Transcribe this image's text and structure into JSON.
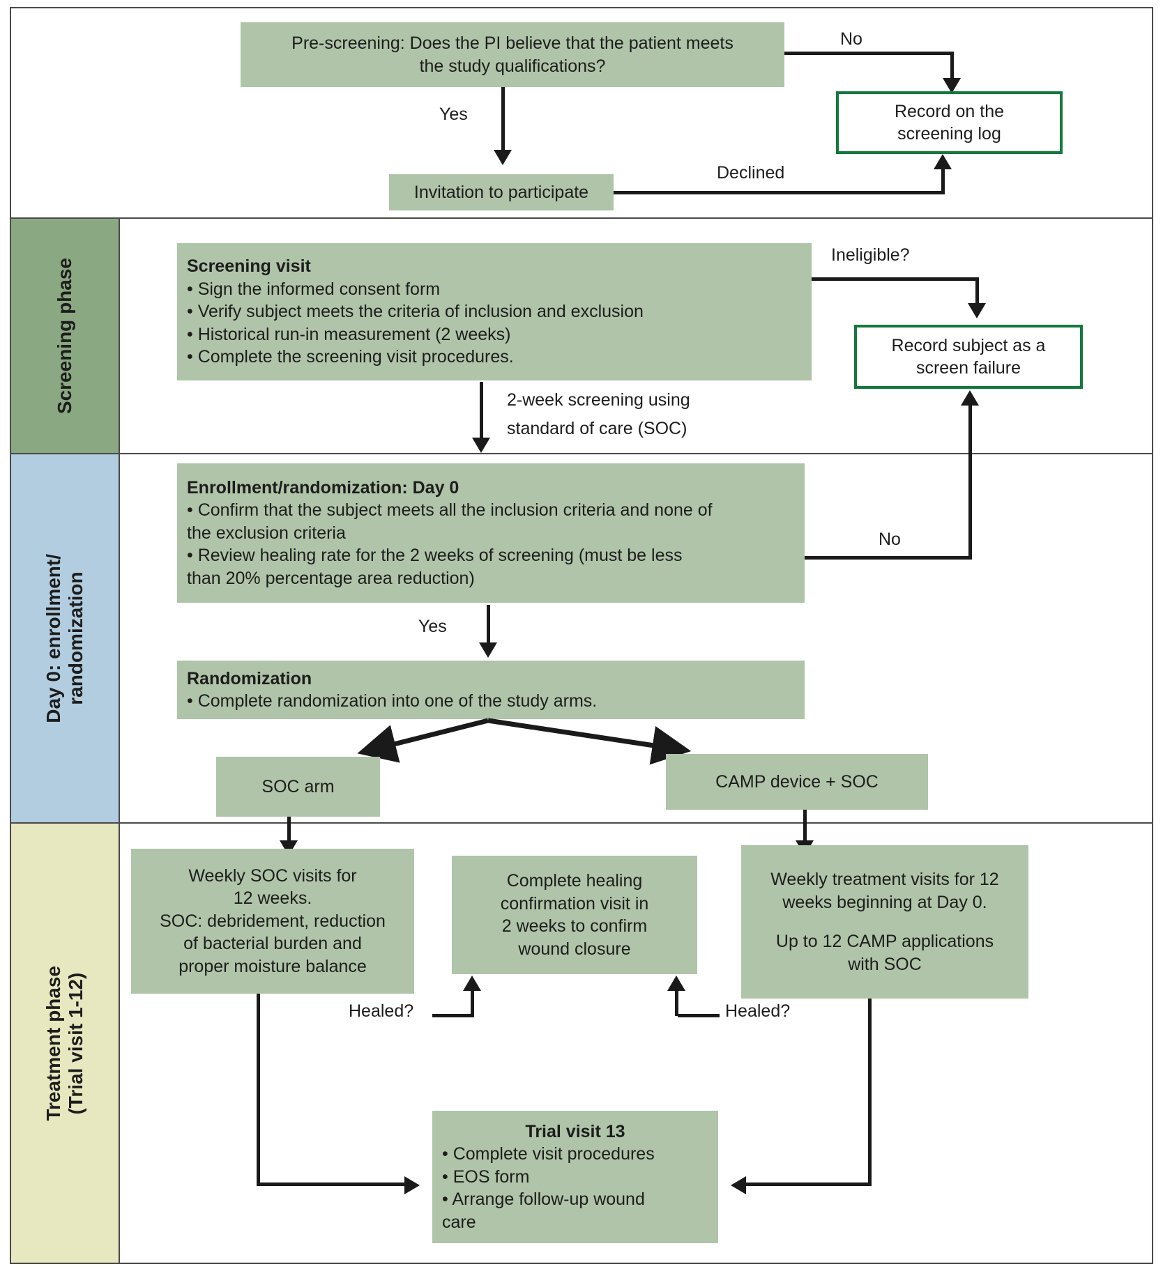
{
  "colors": {
    "box_fill": "#afc4a8",
    "outline_box_border": "#14793c",
    "screening_band": "#8aa881",
    "enrollment_band": "#b2cde0",
    "treatment_band": "#e8e8c0",
    "line": "#1a1a1a",
    "frame": "#4a4a4a"
  },
  "phases": [
    {
      "label": "Screening phase"
    },
    {
      "label": "Day 0: enrollment/\nrandomization"
    },
    {
      "label": "Treatment phase\n(Trial visit 1-12)"
    }
  ],
  "phase_labels": {
    "screening": "Screening phase",
    "enrollment_line1": "Day 0: enrollment/",
    "enrollment_line2": "randomization",
    "treatment_line1": "Treatment phase",
    "treatment_line2": "(Trial visit 1-12)"
  },
  "nodes": {
    "prescreening": {
      "line1": "Pre-screening: Does the PI believe that the patient meets",
      "line2": "the study qualifications?"
    },
    "invitation": {
      "text": "Invitation to participate"
    },
    "screening_log": {
      "line1": "Record on the",
      "line2": "screening log"
    },
    "screening_visit": {
      "title": "Screening visit",
      "bullets": [
        "• Sign the informed consent form",
        "• Verify subject meets the criteria of inclusion and exclusion",
        "• Historical run-in measurement (2 weeks)",
        "• Complete the screening visit procedures."
      ]
    },
    "screen_failure": {
      "line1": "Record subject as a",
      "line2": "screen failure"
    },
    "enrollment": {
      "title": "Enrollment/randomization: Day 0",
      "bullets": [
        "• Confirm that the subject meets all the inclusion criteria and none of the exclusion criteria",
        "• Review healing rate for the 2 weeks of screening (must be less than 20% percentage area reduction)"
      ],
      "bullet_lines": [
        "• Confirm that the subject meets all the inclusion criteria and none of",
        "the exclusion criteria",
        "• Review healing rate for the 2 weeks of screening (must be less",
        "than 20% percentage area reduction)"
      ]
    },
    "randomization": {
      "title": "Randomization",
      "bullets": [
        "• Complete randomization into one of the study arms."
      ]
    },
    "soc_arm": {
      "text": "SOC arm"
    },
    "camp_arm": {
      "text": "CAMP device + SOC"
    },
    "soc_visits": {
      "lines": [
        "Weekly SOC visits for",
        "12 weeks.",
        "SOC: debridement, reduction",
        "of bacterial burden and",
        "proper moisture balance"
      ]
    },
    "healing_confirmation": {
      "lines": [
        "Complete healing",
        "confirmation visit in",
        "2 weeks to confirm",
        "wound closure"
      ]
    },
    "camp_visits": {
      "lines": [
        "Weekly treatment visits for 12",
        "weeks beginning at Day 0.",
        "",
        "Up to 12 CAMP applications",
        "with SOC"
      ]
    },
    "trial_visit_13": {
      "title": "Trial visit 13",
      "bullets": [
        "• Complete visit procedures",
        "• EOS form",
        "• Arrange follow-up wound",
        "care"
      ]
    }
  },
  "edge_labels": {
    "no_prescreening": "No",
    "yes_prescreening": "Yes",
    "declined": "Declined",
    "ineligible": "Ineligible?",
    "two_week_screening_l1": "2-week screening using",
    "two_week_screening_l2": "standard of care (SOC)",
    "no_enrollment": "No",
    "yes_enrollment": "Yes",
    "healed_left": "Healed?",
    "healed_right": "Healed?"
  }
}
